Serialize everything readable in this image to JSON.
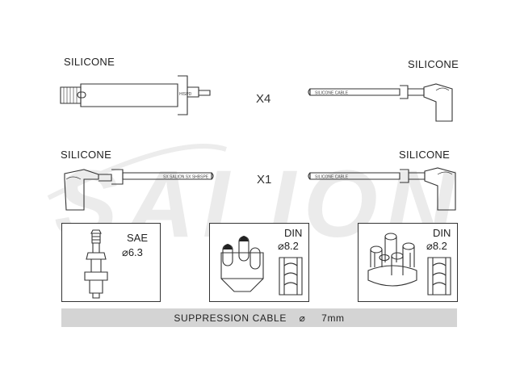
{
  "labels": {
    "top_left": "SILICONE",
    "top_right": "SILICONE",
    "mid_left": "SILICONE",
    "mid_right": "SILICONE",
    "multiplier_top": "X4",
    "multiplier_mid": "X1"
  },
  "cable_print": {
    "top_left_plug": "HISPD",
    "top_right_wire": "SILICONE CABLE",
    "mid_left_wire": "SX  SALION  SX  SHBSPE",
    "mid_right_wire": "SILICONE CABLE"
  },
  "terminals": [
    {
      "type_label": "SAE",
      "size_label": "⌀6.3"
    },
    {
      "type_label": "DIN",
      "size_label": "⌀8.2"
    },
    {
      "type_label": "DIN",
      "size_label": "⌀8.2"
    }
  ],
  "footer": {
    "cable_label": "SUPPRESSION CABLE",
    "diameter_symbol": "⌀",
    "diameter_value": "7mm"
  },
  "watermark_text": "SALION",
  "colors": {
    "line": "#333333",
    "bar": "#d4d4d4",
    "watermark": "#e9e9e9"
  }
}
